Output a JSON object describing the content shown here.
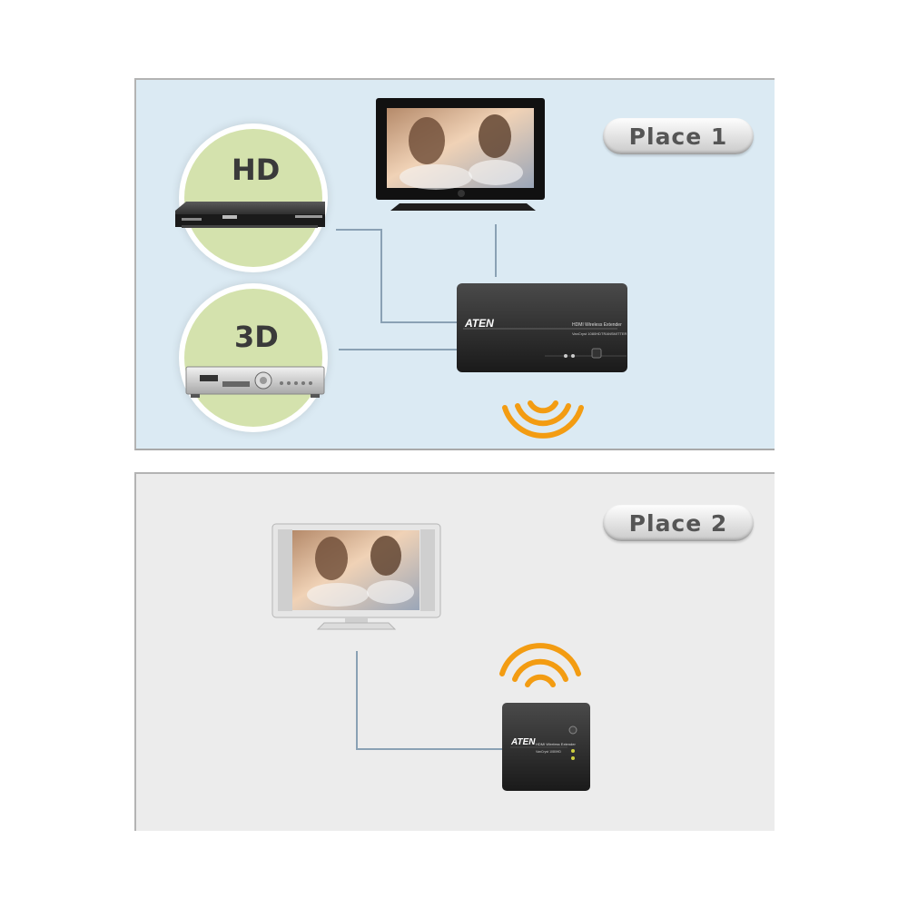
{
  "place1": {
    "label": "Place 1"
  },
  "place2": {
    "label": "Place 2"
  },
  "sources": [
    {
      "label": "HD"
    },
    {
      "label": "3D"
    }
  ],
  "transmitter": {
    "brand": "ATEN",
    "product": "HDMI Wireless Extender",
    "model": "VanCryst 1080HD",
    "role": "TRANSMITTER"
  },
  "receiver": {
    "brand": "ATEN",
    "product": "HDMI Wireless Extender",
    "model": "VanCryst 1080HD"
  },
  "colors": {
    "wireless_signal": "#f39c12",
    "cable": "#8aa1b4",
    "disc": "#d4e2ad"
  }
}
